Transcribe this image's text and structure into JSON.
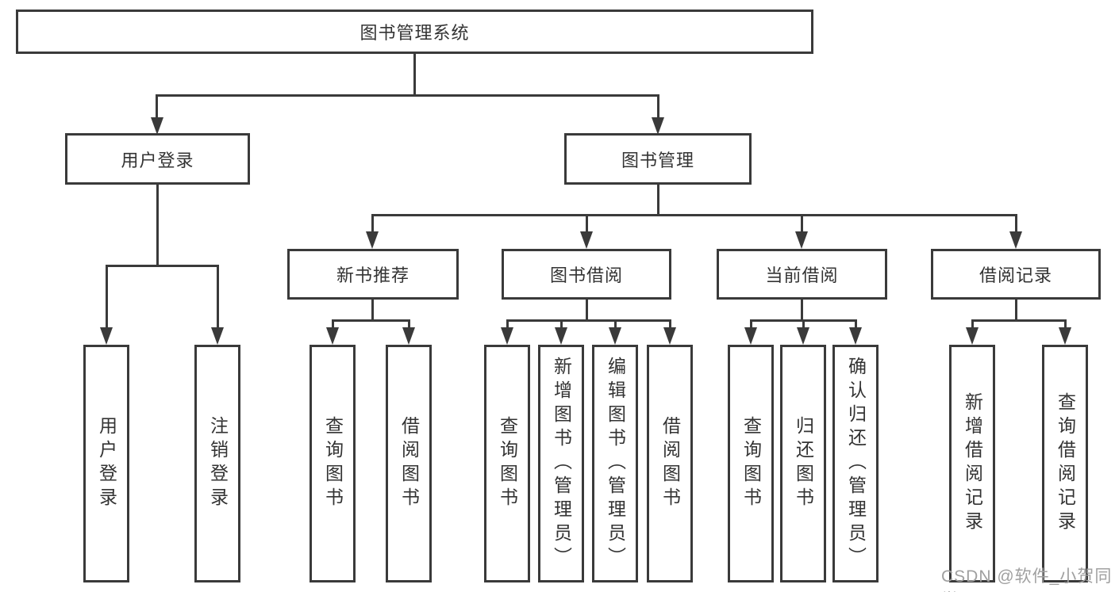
{
  "tree": {
    "root": {
      "label": "图书管理系统"
    },
    "branches": [
      {
        "label": "用户登录",
        "leaves": [
          "用户登录",
          "注销登录"
        ]
      },
      {
        "label": "图书管理",
        "children": [
          {
            "label": "新书推荐",
            "leaves": [
              "查询图书",
              "借阅图书"
            ]
          },
          {
            "label": "图书借阅",
            "leaves": [
              "查询图书",
              "新增图书（管理员）",
              "编辑图书（管理员）",
              "借阅图书"
            ]
          },
          {
            "label": "当前借阅",
            "leaves": [
              "查询图书",
              "归还图书",
              "确认归还（管理员）"
            ]
          },
          {
            "label": "借阅记录",
            "leaves": [
              "新增借阅记录",
              "查询借阅记录"
            ]
          }
        ]
      }
    ]
  },
  "watermark": "CSDN @软件_小贺同学",
  "colors": {
    "line": "#3a3a3a",
    "border": "#3a3a3a",
    "text": "#333333",
    "watermark": "#a0a0a0",
    "background": "#ffffff"
  }
}
